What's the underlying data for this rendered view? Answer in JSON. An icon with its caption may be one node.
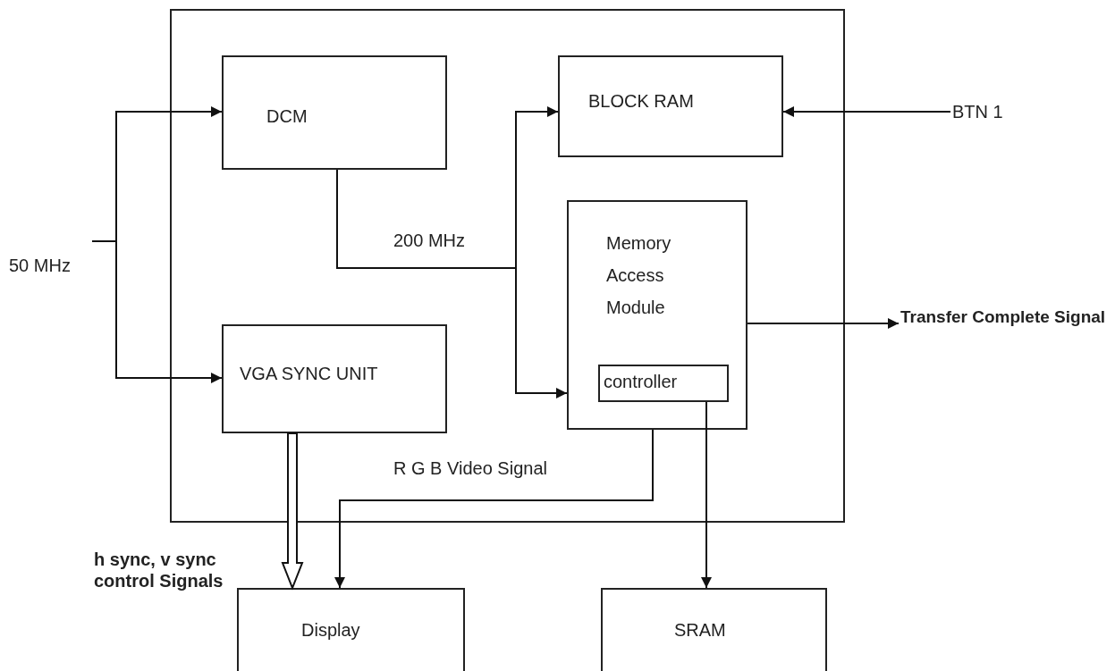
{
  "diagram": {
    "nodes": [
      {
        "text": [],
        "shape": "box"
      },
      {
        "text": [
          "DCM"
        ],
        "in": 0
      },
      {
        "text": [
          "BLOCK RAM"
        ],
        "in": 0
      },
      {
        "text": [
          "Memory Access Module"
        ],
        "in": 0
      },
      {
        "text": [
          "controller"
        ],
        "in": 3
      },
      {
        "text": [
          "VGA SYNC UNIT"
        ],
        "in": 0
      },
      {
        "text": [
          "Display"
        ]
      },
      {
        "text": [
          "SRAM"
        ]
      },
      {
        "text": [
          "50 MHz"
        ]
      },
      {
        "text": [
          "BTN 1"
        ]
      },
      {
        "text": [
          "Transfer Complete Signal"
        ]
      }
    ],
    "edges": [
      {
        "from": 8,
        "to": 1,
        "arrow": "to"
      },
      {
        "from": 8,
        "to": 5,
        "arrow": "to"
      },
      {
        "from": 1,
        "to": 2,
        "arrow": "to",
        "label": "200 MHz"
      },
      {
        "from": 1,
        "to": 3,
        "arrow": "to"
      },
      {
        "from": 9,
        "to": 2,
        "arrow": "to"
      },
      {
        "from": 3,
        "to": 10,
        "arrow": "to"
      },
      {
        "from": 5,
        "to": 6,
        "arrow": "to",
        "style": "thick",
        "label": "h sync, v sync control Signals"
      },
      {
        "from": 3,
        "to": 6,
        "arrow": "to",
        "label": "R G B Video Signal"
      },
      {
        "from": 4,
        "to": 7,
        "arrow": "to"
      }
    ]
  }
}
